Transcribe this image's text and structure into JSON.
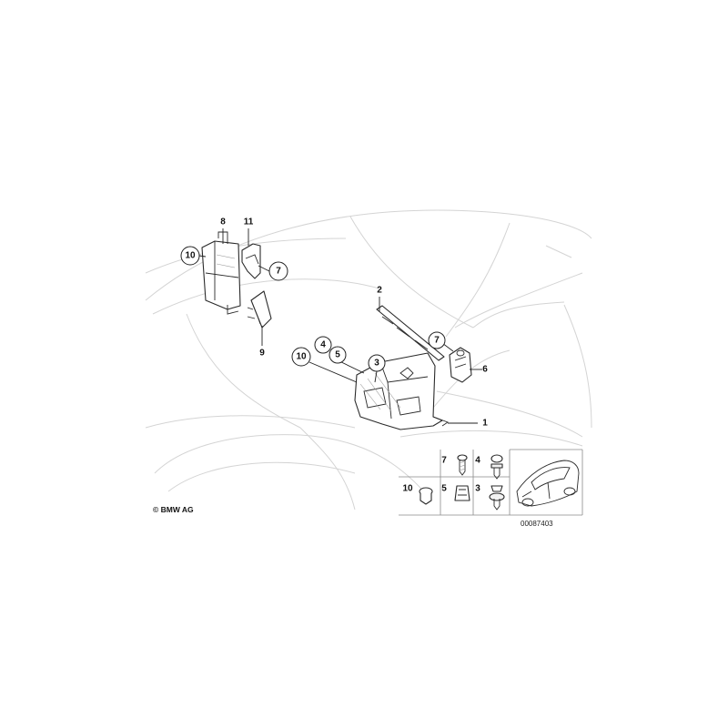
{
  "callouts": {
    "c8": "8",
    "c11": "11",
    "c10a": "10",
    "c7a": "7",
    "c9": "9",
    "c2": "2",
    "c7b": "7",
    "c6": "6",
    "c4": "4",
    "c5": "5",
    "c10b": "10",
    "c3": "3",
    "c1": "1"
  },
  "fastener_legend": {
    "f7": "7",
    "f4": "4",
    "f10": "10",
    "f5": "5",
    "f3": "3"
  },
  "copyright": "© BMW AG",
  "diagram_number": "00087403"
}
